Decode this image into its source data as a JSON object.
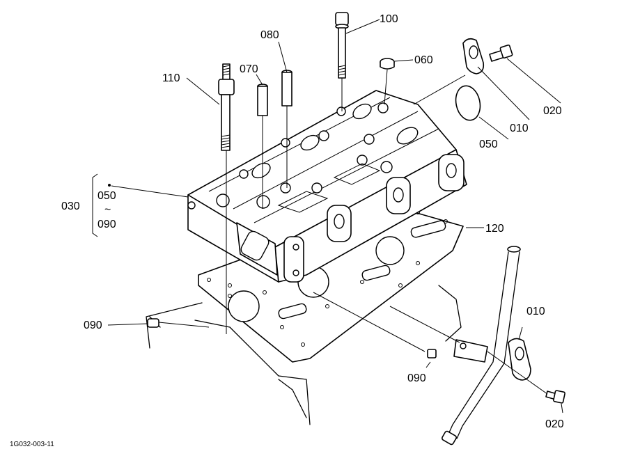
{
  "callouts": {
    "c010a": "010",
    "c010b": "010",
    "c020a": "020",
    "c020b": "020",
    "c030": "030",
    "c050a": "050",
    "c050b": "050",
    "c_tilde": "~",
    "c090r": "090",
    "c060": "060",
    "c070": "070",
    "c080": "080",
    "c090a": "090",
    "c090b": "090",
    "c100": "100",
    "c110": "110",
    "c120": "120"
  },
  "reference_code": "1G032-003-11"
}
